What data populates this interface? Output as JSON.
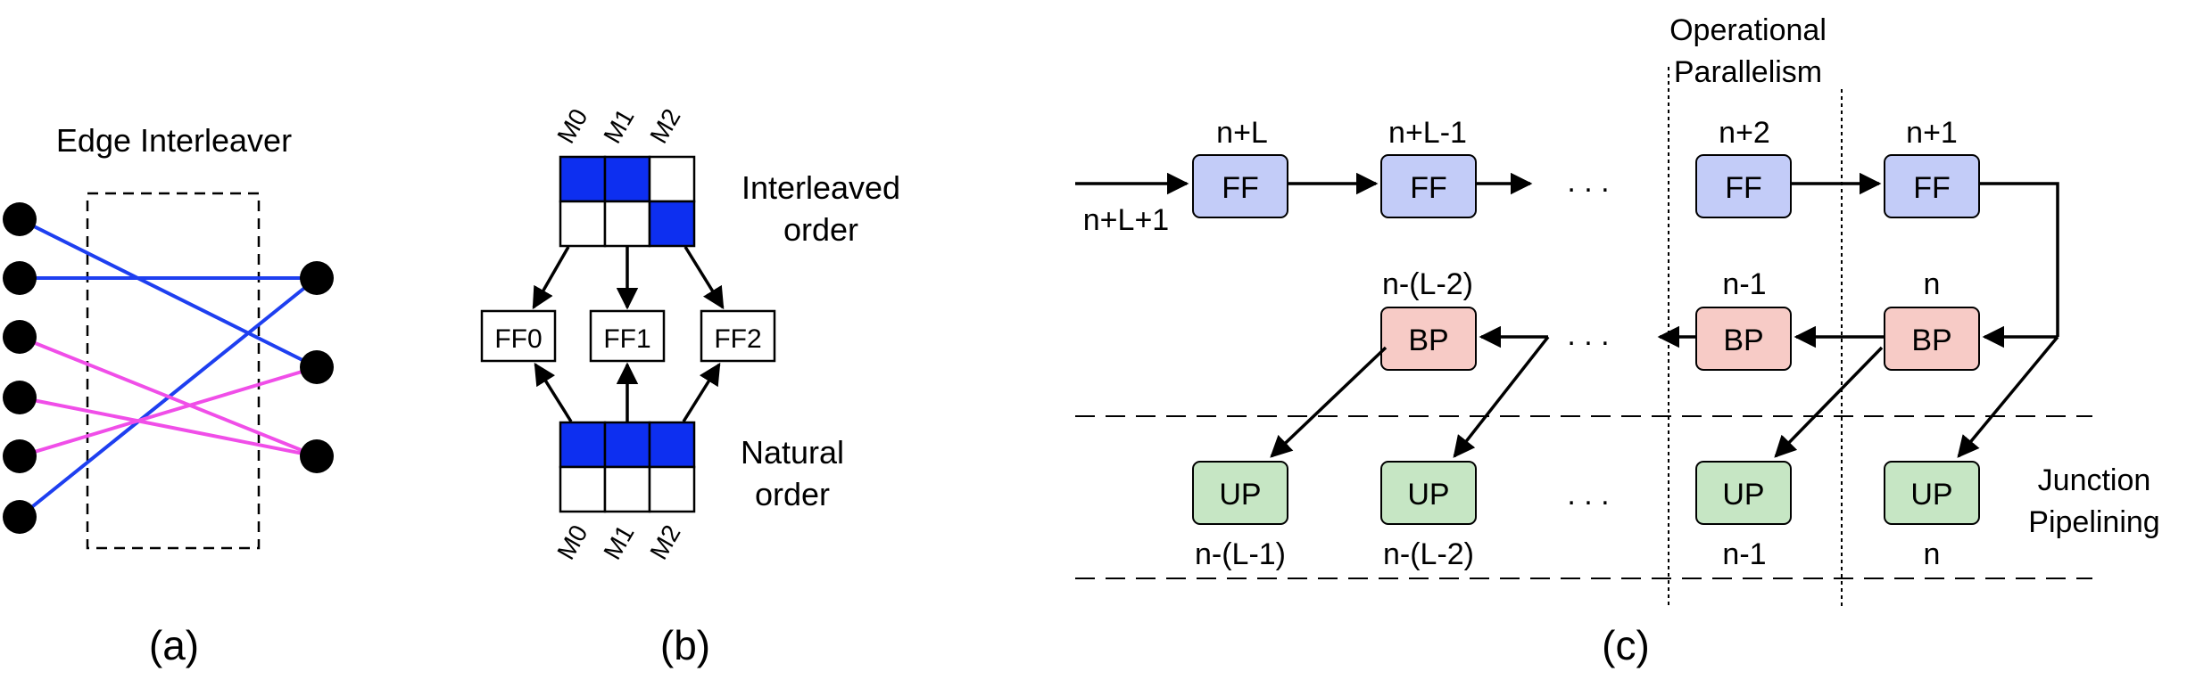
{
  "panel_a": {
    "title": "Edge Interleaver",
    "caption": "(a)",
    "colors": {
      "blue": "#1e3ff0",
      "pink": "#f04ee8"
    }
  },
  "panel_b": {
    "caption": "(b)",
    "interleaved_label": [
      "Interleaved",
      "order"
    ],
    "natural_label": [
      "Natural",
      "order"
    ],
    "memory_labels": [
      "M0",
      "M1",
      "M2"
    ],
    "ff_labels": [
      "FF0",
      "FF1",
      "FF2"
    ],
    "interleaved_grid": [
      [
        1,
        1,
        0
      ],
      [
        0,
        0,
        1
      ]
    ],
    "natural_grid": [
      [
        1,
        1,
        1
      ],
      [
        0,
        0,
        0
      ]
    ],
    "fill_color": "#0d2ff0"
  },
  "panel_c": {
    "caption": "(c)",
    "input_label": "n+L+1",
    "operational_label": [
      "Operational",
      "Parallelism"
    ],
    "junction_label": [
      "Junction",
      "Pipelining"
    ],
    "ff_row": {
      "block": "FF",
      "indices": [
        "n+L",
        "n+L-1",
        "n+2",
        "n+1"
      ],
      "color": "#c3ccf8"
    },
    "bp_row": {
      "block": "BP",
      "indices": [
        "n-(L-2)",
        "n-1",
        "n"
      ],
      "color": "#f7cbc6"
    },
    "up_row": {
      "block": "UP",
      "indices": [
        "n-(L-1)",
        "n-(L-2)",
        "n-1",
        "n"
      ],
      "color": "#c6e6c4"
    },
    "ellipsis": ". . ."
  }
}
